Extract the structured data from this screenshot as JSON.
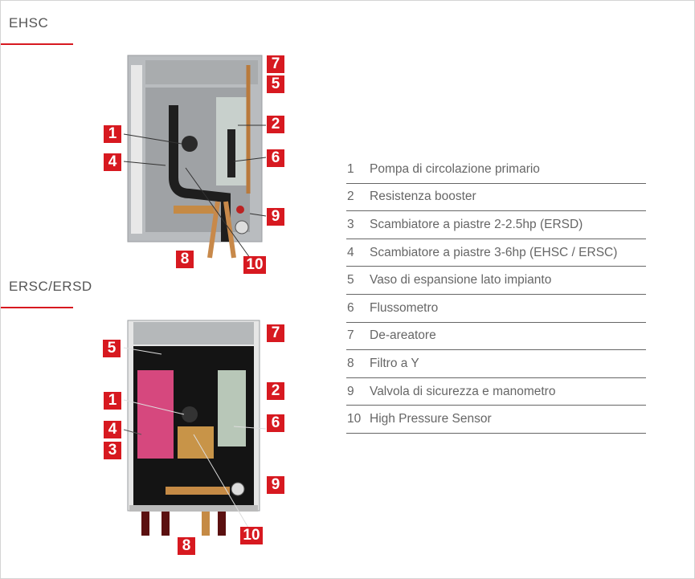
{
  "sections": [
    {
      "title": "EHSC",
      "tags": {
        "t7": "7",
        "t5": "5",
        "t2": "2",
        "t1": "1",
        "t4": "4",
        "t6": "6",
        "t9": "9",
        "t8": "8",
        "t10": "10"
      }
    },
    {
      "title": "ERSC/ERSD",
      "tags": {
        "t7": "7",
        "t5": "5",
        "t2": "2",
        "t1": "1",
        "t4": "4",
        "t3": "3",
        "t6": "6",
        "t9": "9",
        "t8": "8",
        "t10": "10"
      }
    }
  ],
  "legend": [
    {
      "num": "1",
      "label": "Pompa di circolazione primario"
    },
    {
      "num": "2",
      "label": "Resistenza booster"
    },
    {
      "num": "3",
      "label": "Scambiatore a piastre 2-2.5hp (ERSD)"
    },
    {
      "num": "4",
      "label": "Scambiatore a piastre 3-6hp (EHSC / ERSC)"
    },
    {
      "num": "5",
      "label": "Vaso di espansione lato impianto"
    },
    {
      "num": "6",
      "label": "Flussometro"
    },
    {
      "num": "7",
      "label": "De-areatore"
    },
    {
      "num": "8",
      "label": "Filtro a Y"
    },
    {
      "num": "9",
      "label": "Valvola di sicurezza e manometro"
    },
    {
      "num": "10",
      "label": "High Pressure Sensor"
    }
  ],
  "colors": {
    "accent": "#d71920",
    "text": "#666666"
  }
}
